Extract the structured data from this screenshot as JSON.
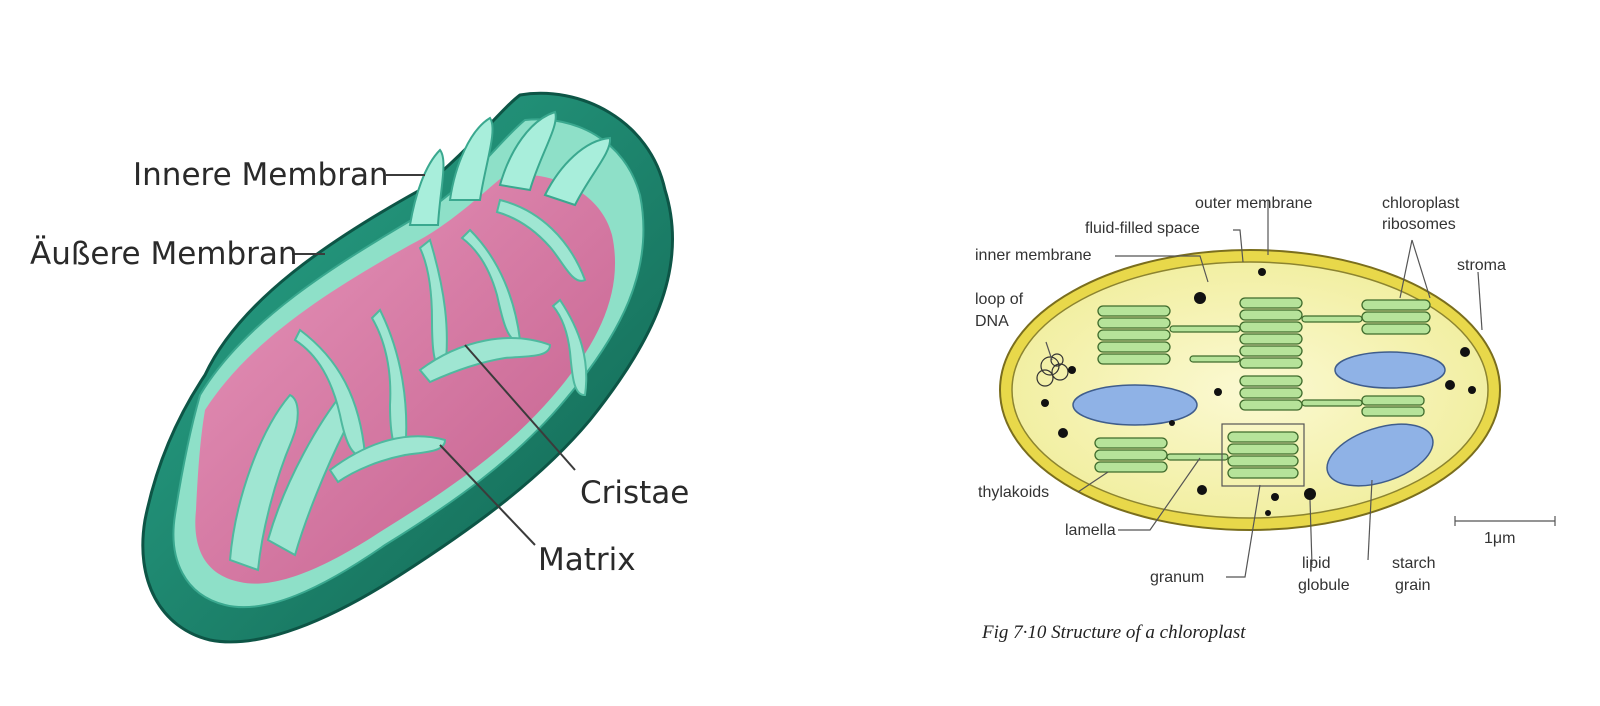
{
  "mitochondrion": {
    "labels": {
      "inner_membrane": "Innere Membran",
      "outer_membrane": "Äußere Membran",
      "cristae": "Cristae",
      "matrix": "Matrix"
    },
    "colors": {
      "outer": "#1f9178",
      "outer_dark": "#14705c",
      "inner": "#7fd8c1",
      "matrix": "#d46f9c",
      "matrix_light": "#e79abc"
    }
  },
  "chloroplast": {
    "labels": {
      "outer_membrane": "outer membrane",
      "fluid_filled_space": "fluid-filled space",
      "inner_membrane": "inner membrane",
      "loop_of_dna_line1": "loop of",
      "loop_of_dna_line2": "DNA",
      "chloroplast_ribosomes_line1": "chloroplast",
      "chloroplast_ribosomes_line2": "ribosomes",
      "stroma": "stroma",
      "thylakoids": "thylakoids",
      "lamella": "lamella",
      "granum": "granum",
      "lipid_globule_line1": "lipid",
      "lipid_globule_line2": "globule",
      "starch_grain_line1": "starch",
      "starch_grain_line2": "grain",
      "scale": "1μm"
    },
    "caption": "Fig 7·10  Structure of a chloroplast",
    "colors": {
      "envelope": "#e8d84a",
      "stroma": "#f5f3b8",
      "thylakoid": "#b6e39a",
      "starch": "#8fb2e6",
      "lipid": "#111111"
    }
  }
}
